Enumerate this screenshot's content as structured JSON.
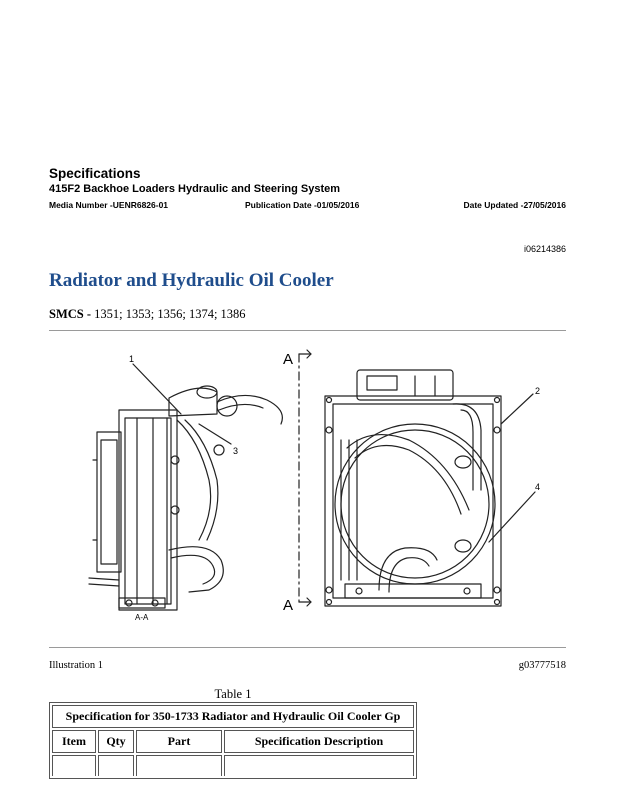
{
  "header": {
    "title": "Specifications",
    "subtitle": "415F2 Backhoe Loaders Hydraulic and Steering System",
    "media_number": "Media Number -UENR6826-01",
    "publication_date": "Publication Date -01/05/2016",
    "date_updated": "Date Updated -27/05/2016"
  },
  "document": {
    "id": "i06214386",
    "title": "Radiator and Hydraulic Oil Cooler",
    "smcs_label": "SMCS -",
    "smcs_codes": " 1351; 1353; 1356; 1374; 1386"
  },
  "illustration": {
    "label": "Illustration 1",
    "id": "g03777518",
    "callouts": [
      "1",
      "2",
      "3",
      "4"
    ],
    "section_marker": "A",
    "view_label": "A-A"
  },
  "table": {
    "caption": "Table 1",
    "title": "Specification for 350-1733 Radiator and Hydraulic Oil Cooler Gp",
    "columns": [
      "Item",
      "Qty",
      "Part",
      "Specification Description"
    ]
  }
}
